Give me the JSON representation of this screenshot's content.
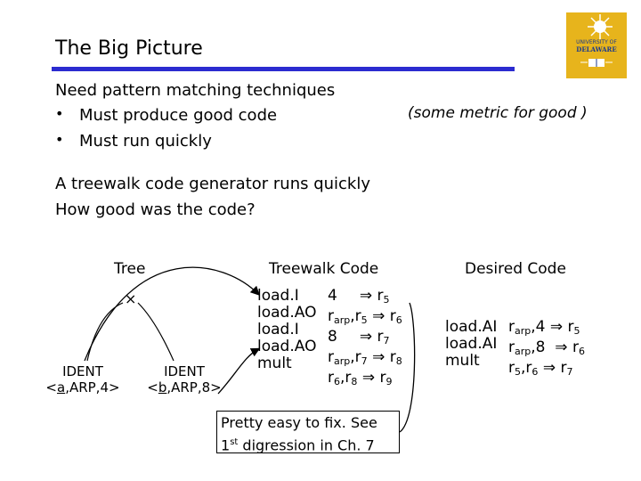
{
  "title": "The Big Picture",
  "logo": {
    "alt_text": "University of Delaware",
    "line1": "UNIVERSITY OF",
    "line2": "DELAWARE",
    "colors": {
      "gold": "#e7b41c",
      "blue": "#1b3a8c"
    }
  },
  "intro": {
    "heading": "Need pattern matching techniques",
    "bullets": [
      "Must produce good code",
      "Must run quickly"
    ],
    "bullet_glyph": "•",
    "metric_note": "(some metric for good )"
  },
  "treewalk_text": {
    "line1": "A treewalk code generator runs quickly",
    "line2": "How good was the code?"
  },
  "columns": {
    "tree": "Tree",
    "treewalk_code": "Treewalk Code",
    "desired_code": "Desired Code"
  },
  "tree": {
    "root": "×",
    "left": {
      "op": "IDENT",
      "args_pre": "<",
      "var": "a",
      "args_post": ",ARP,4>"
    },
    "right": {
      "op": "IDENT",
      "args_pre": "<",
      "var": "b",
      "args_post": ",ARP,8>"
    }
  },
  "treewalk_code": {
    "ops": [
      "load.I",
      "load.AO",
      "load.I",
      "load.AO",
      "mult"
    ],
    "rows": [
      {
        "a": "4",
        "a_sub": "",
        "b": "",
        "b_sub": "",
        "arrow": "⇒",
        "dst": "r",
        "dst_sub": "5"
      },
      {
        "a": "r",
        "a_sub": "arp",
        "b": ",r",
        "b_sub": "5",
        "arrow": "⇒",
        "dst": "r",
        "dst_sub": "6"
      },
      {
        "a": "8",
        "a_sub": "",
        "b": "",
        "b_sub": "",
        "arrow": "⇒",
        "dst": "r",
        "dst_sub": "7"
      },
      {
        "a": "r",
        "a_sub": "arp",
        "b": ",r",
        "b_sub": "7",
        "arrow": "⇒",
        "dst": "r",
        "dst_sub": "8"
      },
      {
        "a": "r",
        "a_sub": "6",
        "b": ",r",
        "b_sub": "8",
        "arrow": "⇒",
        "dst": "r",
        "dst_sub": "9"
      }
    ]
  },
  "desired_code": {
    "ops": [
      "load.AI",
      "load.AI",
      "mult"
    ],
    "rows": [
      {
        "a": "r",
        "a_sub": "arp",
        "b": ",4",
        "b_sub": "",
        "arrow": "⇒",
        "dst": "r",
        "dst_sub": "5"
      },
      {
        "a": "r",
        "a_sub": "arp",
        "b": ",8",
        "b_sub": "",
        "arrow": "⇒",
        "dst": "r",
        "dst_sub": "6"
      },
      {
        "a": "r",
        "a_sub": "5",
        "b": ",r",
        "b_sub": "6",
        "arrow": "⇒",
        "dst": "r",
        "dst_sub": "7"
      }
    ]
  },
  "note": {
    "line1": "Pretty easy to fix. See",
    "ord_num": "1",
    "ord_suffix": "st",
    "line2_rest": " digression in Ch. 7"
  }
}
